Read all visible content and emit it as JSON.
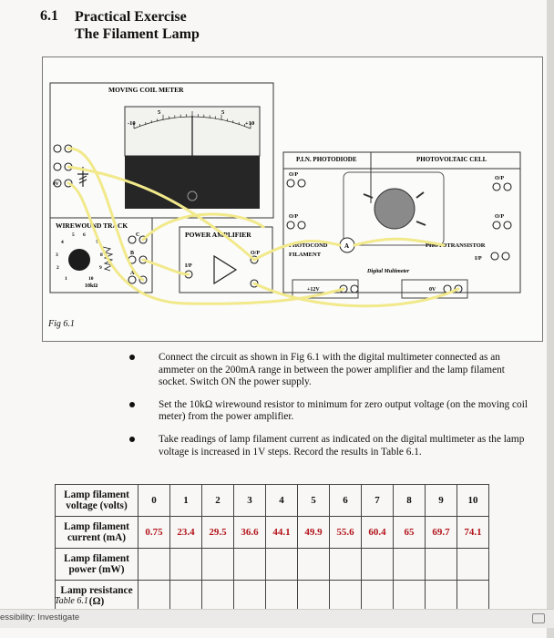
{
  "section": {
    "number": "6.1",
    "title_line1": "Practical Exercise",
    "title_line2": "The Filament Lamp"
  },
  "figure": {
    "caption": "Fig 6.1",
    "meter": {
      "title": "MOVING COIL METER",
      "tick_left": "-10",
      "tick_mid_left": "5",
      "tick_mid_right": "5",
      "tick_right": "+10",
      "left_label": "0V"
    },
    "wirewound": {
      "title": "WIREWOUND TRACK",
      "dial_1": "5",
      "dial_2": "6",
      "dial_3": "4",
      "dial_4": "7",
      "dial_5": "3",
      "dial_6": "8",
      "dial_7": "2",
      "dial_8": "9",
      "dial_9": "1",
      "dial_10": "10",
      "value": "10kΩ",
      "terminal_c": "C",
      "terminal_b": "B",
      "terminal_a": "A"
    },
    "amplifier": {
      "title": "POWER AMPLIFIER",
      "out": "O/P",
      "in": "I/P"
    },
    "panel": {
      "photodiode": "P.I.N. PHOTODIODE",
      "photovoltaic": "PHOTOVOLTAIC CELL",
      "op1": "O/P",
      "op2": "O/P",
      "op3": "O/P",
      "op4": "O/P",
      "photocond": "PHOTOCOND",
      "filament": "FILAMENT",
      "transistor": "PHOTOTRANSISTOR",
      "ip": "I/P",
      "ammeter": "A",
      "multimeter": "Digital Multimeter",
      "v12": "+12V",
      "v0": "0V"
    }
  },
  "instructions": [
    "Connect the circuit as shown in Fig 6.1 with the digital multimeter connected as an ammeter on the 200mA range in between the power amplifier and the lamp filament socket. Switch ON the power supply.",
    "Set the 10kΩ wirewound resistor to minimum for zero output voltage (on the moving coil meter) from the power amplifier.",
    "Take readings of lamp filament current as indicated on the digital multimeter as the lamp voltage is increased in 1V steps. Record the results in Table 6.1."
  ],
  "table": {
    "caption": "Table 6.1",
    "rows": [
      {
        "header": "Lamp filament voltage (volts)",
        "values": [
          "0",
          "1",
          "2",
          "3",
          "4",
          "5",
          "6",
          "7",
          "8",
          "9",
          "10"
        ],
        "style": "plain"
      },
      {
        "header": "Lamp filament current (mA)",
        "values": [
          "0.75",
          "23.4",
          "29.5",
          "36.6",
          "44.1",
          "49.9",
          "55.6",
          "60.4",
          "65",
          "69.7",
          "74.1"
        ],
        "style": "red"
      },
      {
        "header": "Lamp filament power (mW)",
        "values": [
          "",
          "",
          "",
          "",
          "",
          "",
          "",
          "",
          "",
          "",
          ""
        ],
        "style": "plain"
      },
      {
        "header": "Lamp resistance (Ω)",
        "values": [
          "",
          "",
          "",
          "",
          "",
          "",
          "",
          "",
          "",
          "",
          ""
        ],
        "style": "plain"
      }
    ]
  },
  "status_bar": {
    "text": "essibility: Investigate"
  },
  "colors": {
    "red_handwriting": "#b3141b",
    "wire": "#f1e98a"
  }
}
